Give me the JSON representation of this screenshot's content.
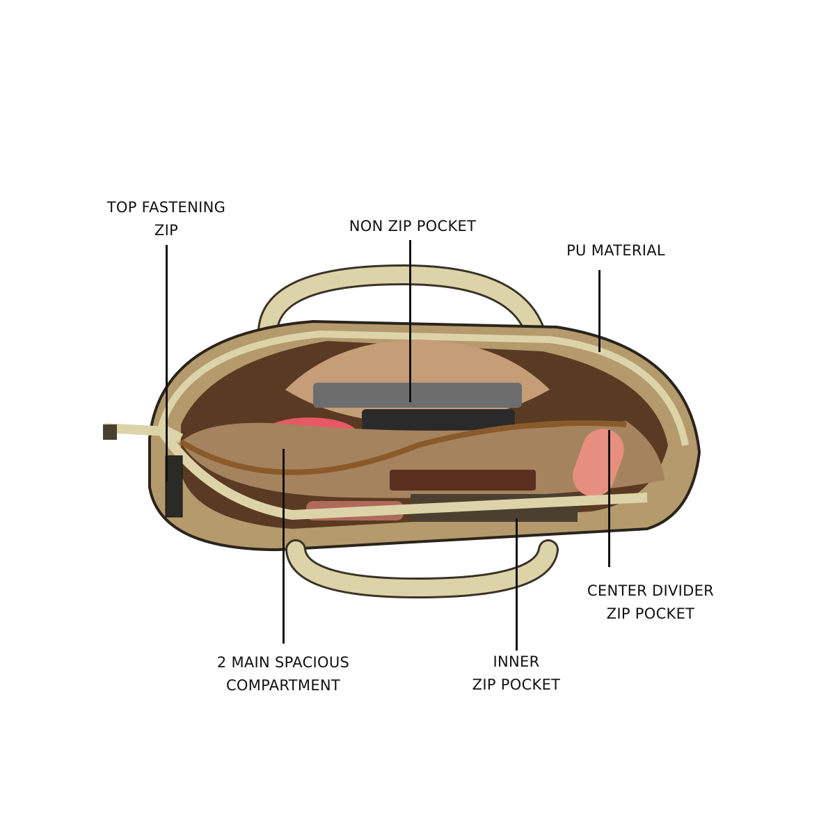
{
  "callouts": {
    "top_zip": {
      "line1": "TOP FASTENING",
      "line2": "ZIP"
    },
    "non_zip": {
      "line1": "NON ZIP POCKET"
    },
    "pu": {
      "line1": "PU MATERIAL"
    },
    "center_divider": {
      "line1": "CENTER DIVIDER",
      "line2": "ZIP POCKET"
    },
    "main_compartment": {
      "line1": "2 MAIN SPACIOUS",
      "line2": "COMPARTMENT"
    },
    "inner_zip": {
      "line1": "INNER",
      "line2": "ZIP POCKET"
    }
  },
  "colors": {
    "body": "#b49a6c",
    "trim": "#ddd3a9",
    "lining": "#a07a55",
    "zip": "#8a5a2a",
    "text": "#111111"
  }
}
